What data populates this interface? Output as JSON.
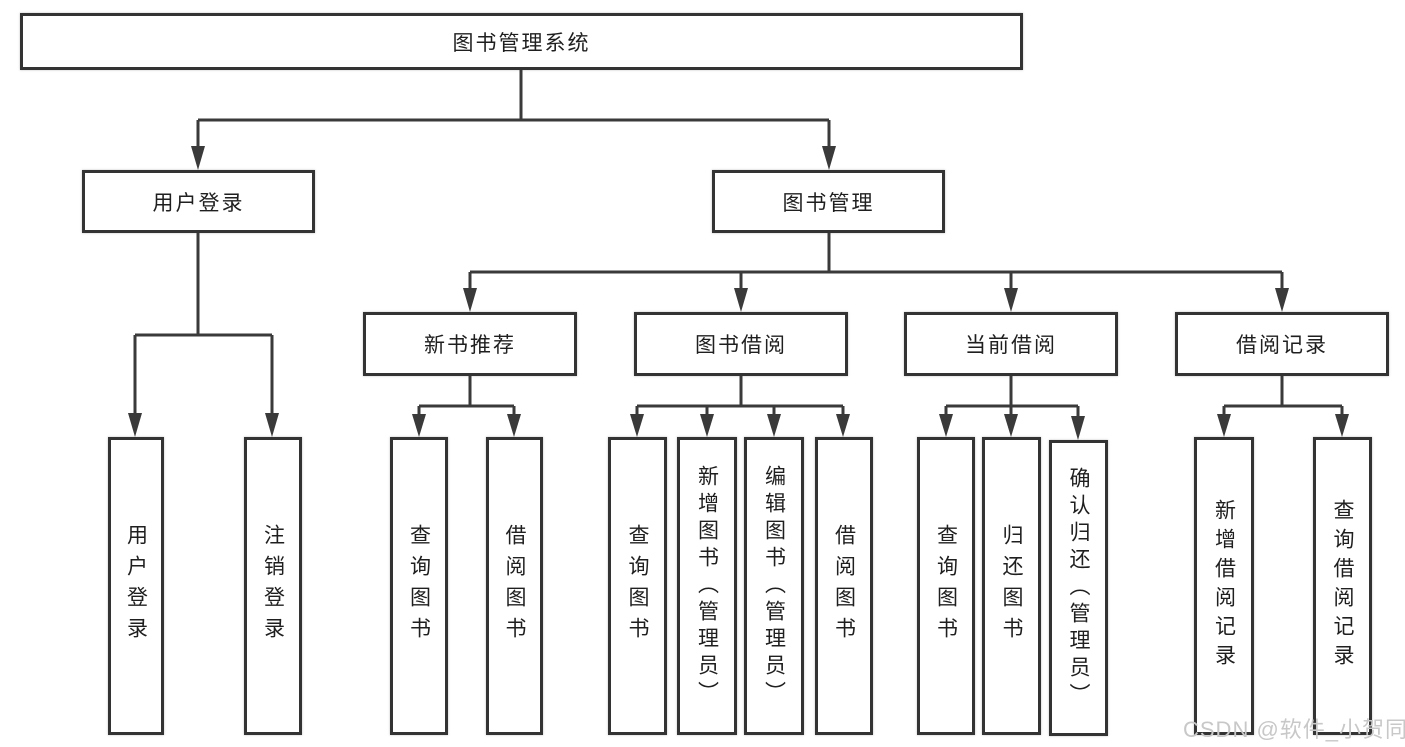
{
  "diagram_type": "hierarchy-tree",
  "tree": {
    "label": "图书管理系统",
    "children": [
      {
        "label": "用户登录",
        "children": [
          {
            "label": "用户登录"
          },
          {
            "label": "注销登录"
          }
        ]
      },
      {
        "label": "图书管理",
        "children": [
          {
            "label": "新书推荐",
            "children": [
              {
                "label": "查询图书"
              },
              {
                "label": "借阅图书"
              }
            ]
          },
          {
            "label": "图书借阅",
            "children": [
              {
                "label": "查询图书"
              },
              {
                "label": "新增图书（管理员）"
              },
              {
                "label": "编辑图书（管理员）"
              },
              {
                "label": "借阅图书"
              }
            ]
          },
          {
            "label": "当前借阅",
            "children": [
              {
                "label": "查询图书"
              },
              {
                "label": "归还图书"
              },
              {
                "label": "确认归还（管理员）"
              }
            ]
          },
          {
            "label": "借阅记录",
            "children": [
              {
                "label": "新增借阅记录"
              },
              {
                "label": "查询借阅记录"
              }
            ]
          }
        ]
      }
    ]
  },
  "watermark": {
    "text": "CSDN @软件_小贺同学"
  },
  "colors": {
    "line": "#3a3a3a",
    "box_border": "#333333",
    "text": "#1f1f1f",
    "watermark": "#c8c8c8",
    "background": "#ffffff"
  }
}
